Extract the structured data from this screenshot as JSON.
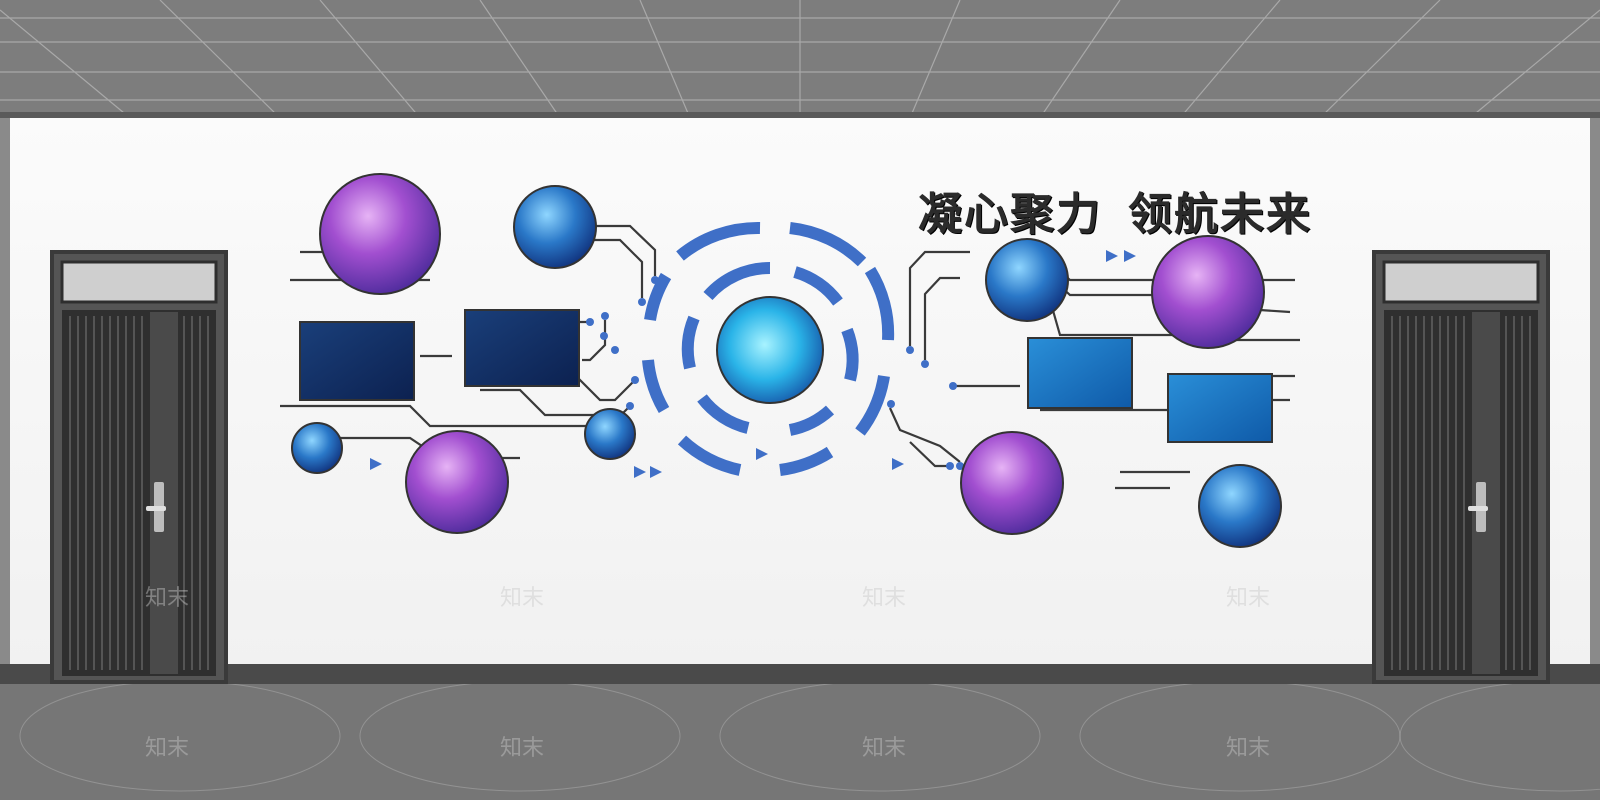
{
  "slogan": {
    "part1": "凝心聚力",
    "part2": "领航未来"
  },
  "watermark": {
    "text": "知末"
  },
  "colors": {
    "ceiling": "#7e7e7e",
    "wall": "#f6f6f6",
    "floor": "#777777",
    "accent_blue": "#3f6fc7",
    "circuit_line": "#3a3a3a",
    "door_frame": "#5a5a5a",
    "slogan_text": "#2b2b2b"
  },
  "icons": [
    "door-left-icon",
    "door-right-icon",
    "circuit-art-icon"
  ]
}
